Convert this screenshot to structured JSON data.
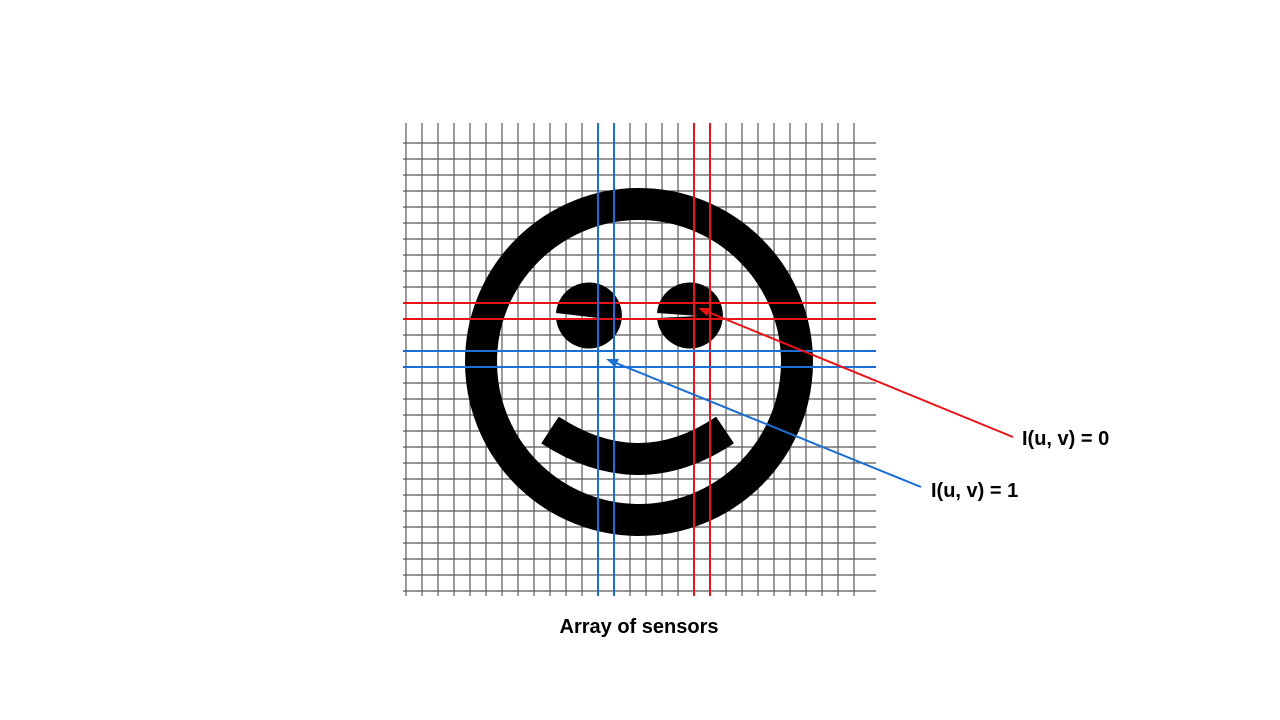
{
  "caption": "Array of sensors",
  "callouts": {
    "zero": "I(u, v) = 0",
    "one": "I(u, v) = 1"
  },
  "colors": {
    "grid": "#595959",
    "face": "#000000",
    "highlight_red": "#e81416",
    "highlight_blue": "#1a6fd6",
    "background": "#ffffff"
  },
  "grid": {
    "columns": 29,
    "rows": 29
  }
}
